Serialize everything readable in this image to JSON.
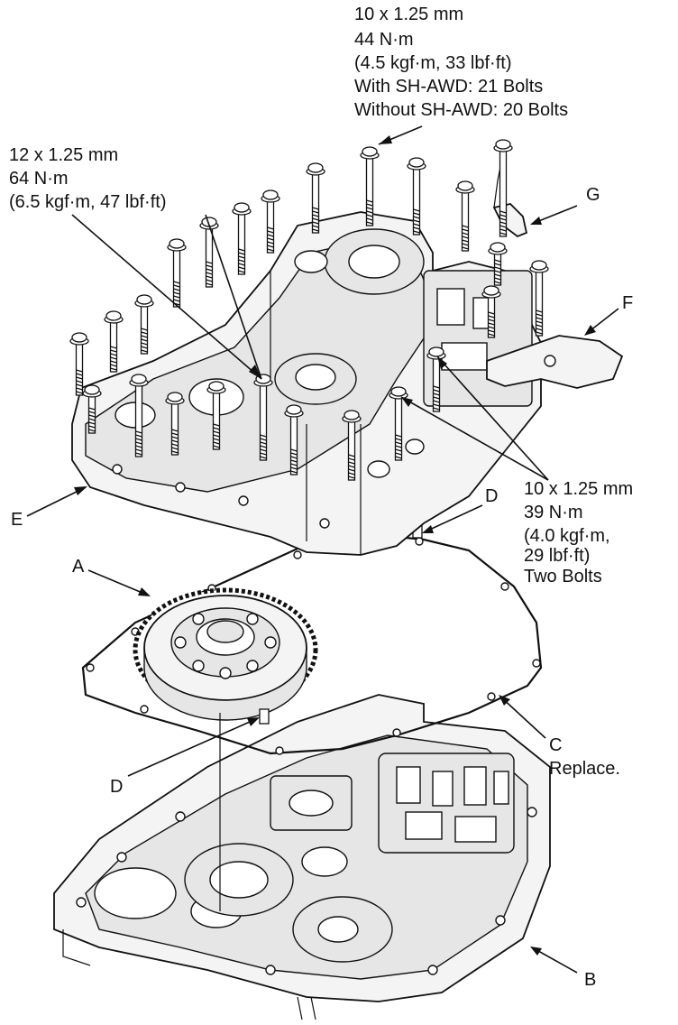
{
  "spec_top": {
    "line1": "10 x 1.25 mm",
    "line2": "44 N·m",
    "line3": "(4.5 kgf·m, 33 lbf·ft)",
    "line4": "With SH-AWD: 21 Bolts",
    "line5": "Without SH-AWD: 20 Bolts"
  },
  "spec_left": {
    "line1": "12 x 1.25 mm",
    "line2": "64 N·m",
    "line3": "(6.5 kgf·m, 47 lbf·ft)"
  },
  "spec_right": {
    "line1": "10 x 1.25 mm",
    "line2": "39 N·m",
    "line3": "(4.0 kgf·m,",
    "line4": "29 lbf·ft)",
    "line5": "Two Bolts"
  },
  "callouts": {
    "A": "A",
    "B": "B",
    "C": "C",
    "C_note": "Replace.",
    "D_upper": "D",
    "D_lower": "D",
    "E": "E",
    "F": "F",
    "G": "G"
  }
}
